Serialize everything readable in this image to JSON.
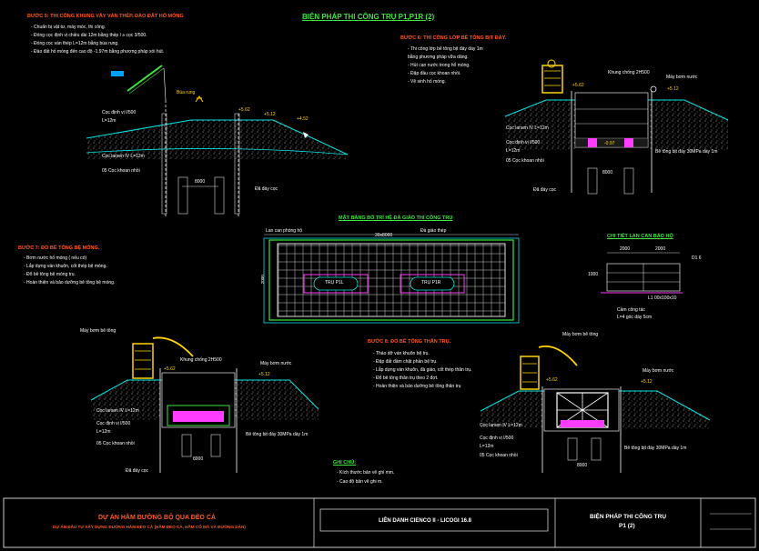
{
  "title": "BIỆN PHÁP THI CÔNG TRỤ P1,P1R (2)",
  "steps": {
    "s5": {
      "heading": "BƯỚC 5: THI CÔNG KHUNG VÂY VÁN THÉP, ĐÀO ĐẤT HỐ MÓNG",
      "notes": [
        "- Chuẩn bị vật tư, máy móc, thi công.",
        "- Đóng cọc định vị chiều dài 12m bằng thép I ≥ cọc 3/500.",
        "- Đóng cọc ván thép L=12m bằng búa rung.",
        "- Đào đất hố móng đến cao độ -1.97m bằng phương pháp xói hút."
      ],
      "labels": {
        "bua_rung": "Búa rung",
        "coc_i": "Cọc định vị I/500",
        "l12a": "L=12m",
        "coc_larsen": "Cọc larsen IV L=12m",
        "coc_khoan": "05 Cọc khoan nhồi",
        "dd": "Đã đáy cọc",
        "e1": "+5.62",
        "e2": "+5.12",
        "e3": "+4.52",
        "dim": "8000"
      }
    },
    "s6": {
      "heading": "BƯỚC 6: THI CÔNG LỚP BÊ TÔNG BỊT ĐÁY.",
      "notes": [
        "- Thi công lớp bê tông bịt đáy dày 1m",
        "  bằng phương pháp vữa dâng.",
        "- Hút cạn nước trong hố móng.",
        "- Đập đầu cọc khoan nhồi.",
        "- Vệ sinh hố móng."
      ],
      "labels": {
        "khung": "Khung chống 2H500",
        "bom": "Máy bơm nước",
        "coc_larsen": "Cọc larsen IV L=12m",
        "coc_i": "Cọc định vị I/500",
        "l12": "L=12m",
        "coc_khoan": "05 Cọc khoan nhồi",
        "btbd": "Bê tông bịt đáy 30MPa dày 1m",
        "dd": "Đã đáy cọc",
        "e1": "+5.62",
        "e2": "+5.12",
        "e3": "-0.97",
        "dim": "8000"
      }
    },
    "s7": {
      "heading": "BƯỚC 7: ĐỔ BÊ TÔNG BỆ MÓNG.",
      "notes": [
        "- Bơm nước hố móng ( nếu có)",
        "- Lắp dựng ván khuôn, cốt thép bệ móng.",
        "- Đổ bê tông bệ móng trụ.",
        "- Hoàn thiện và bảo dưỡng bê tông bệ móng."
      ],
      "labels": {
        "bom_bt": "Máy bơm bê tông",
        "khung": "Khung chống 2H500",
        "bom": "Máy bơm nước",
        "coc_larsen": "Cọc larsen IV L=12m",
        "coc_i": "Cọc định vị I/500",
        "l12": "L=12m",
        "coc_khoan": "05 Cọc khoan nhồi",
        "btbd": "Bê tông bịt đáy 30MPa dày 1m",
        "dd": "Đã đáy cọc",
        "e1": "+5.62",
        "e2": "+5.12",
        "dim": "8000"
      }
    },
    "s8": {
      "heading": "BƯỚC 8: ĐỔ BÊ TÔNG THÂN TRỤ.",
      "notes": [
        "- Tháo dỡ ván khuôn bệ trụ.",
        "- Đập đất đầm chặt phần bệ trụ.",
        "- Lắp dựng ván khuôn, đà giáo, cốt thép thân trụ.",
        "- Đổ bê tông thân trụ theo 2 đợt.",
        "- Hoàn thiện và bảo dưỡng bê tông thân trụ"
      ],
      "labels": {
        "bom_bt": "Máy bơm bê tông",
        "bom": "Máy bơm nước",
        "coc_larsen": "Cọc larsen IV L=12m",
        "coc_i": "Cọc định vị I/500",
        "l12": "L=12m",
        "coc_khoan": "05 Cọc khoan nhồi",
        "btbd": "Bê tông bịt đáy 30MPa dày 1m",
        "e1": "+5.62",
        "e2": "+5.12",
        "dim": "8000"
      }
    }
  },
  "plan": {
    "heading": "MẶT BẰNG BỐ TRÍ HỆ ĐÀ GIÁO THI CÔNG TRỤ",
    "lan_can": "Lan can phòng hộ",
    "da_giao": "Đà giáo thép",
    "pier_left": "TRỤ P1L",
    "pier_right": "TRỤ P1R",
    "dim_top": "30x8000",
    "dim_side": "2000"
  },
  "detail": {
    "heading": "CHI TIẾT LAN CAN BẢO HỘ",
    "d1": "2000",
    "d2": "2000",
    "pipe": "D1 6",
    "l1": "L1 00x100x10",
    "l2": "Cầm công tác",
    "l3": "L=4 góc dày 5cm",
    "h": "1000"
  },
  "note": {
    "heading": "GHI CHÚ:",
    "items": [
      "- Kích thước bản vẽ ghi mm.",
      "- Cao độ bản vẽ ghi m."
    ]
  },
  "title_block": {
    "project": "DỰ ÁN HẦM ĐƯỜNG BỘ QUA ĐÈO CẢ",
    "subproject": "DỰ ÁN ĐẦU TƯ XÂY DỰNG ĐƯỜNG HẦM ĐÈO CẢ (HẦM ĐÈO CẢ, HẦM CỔ MÃ VÀ ĐƯỜNG DẪN)",
    "contractor": "LIÊN DANH CIENCO II - LICOGI 16.8",
    "drawing_title": "BIỆN PHÁP THI CÔNG TRỤ",
    "drawing_sub": "P1 (2)"
  },
  "colors": {
    "green": "#3ce63c",
    "orange": "#ff5a1f",
    "cyan": "#00e5e5",
    "yellow": "#ffd400",
    "magenta": "#ff3cff"
  }
}
